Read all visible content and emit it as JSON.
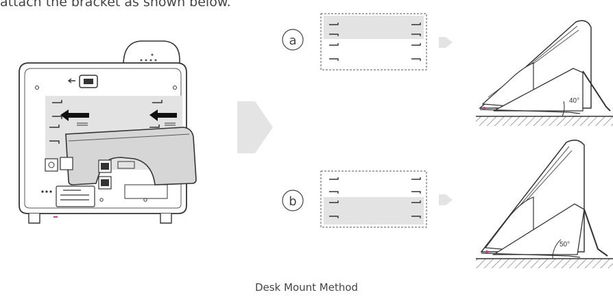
{
  "intro_text": "attach the bracket as shown below.",
  "options": [
    {
      "label": "a",
      "angle": "40°"
    },
    {
      "label": "b",
      "angle": "50°"
    }
  ],
  "caption": "Desk Mount Method"
}
